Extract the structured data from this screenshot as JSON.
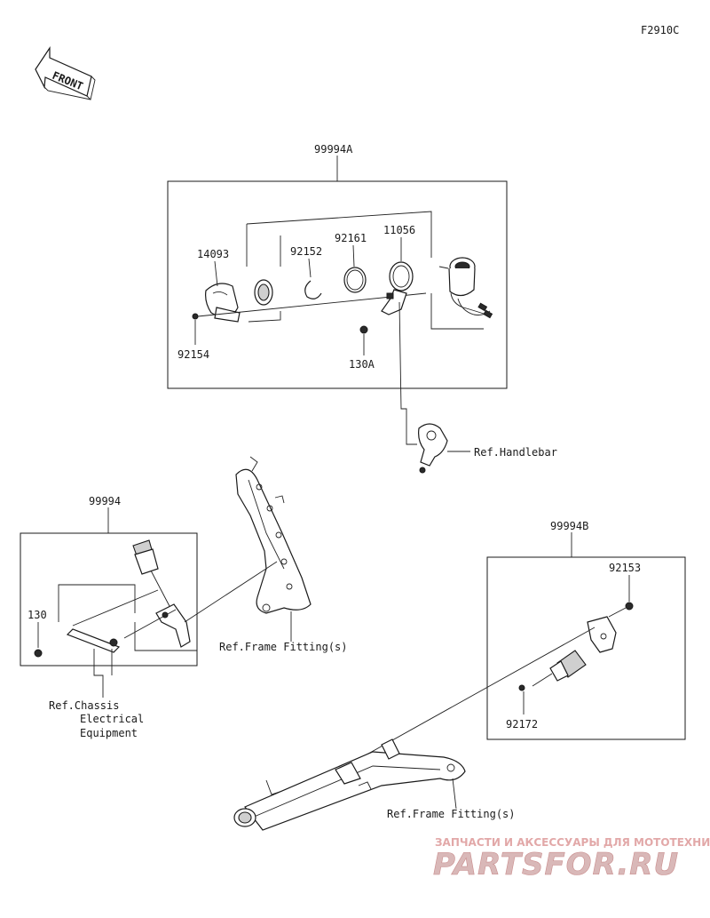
{
  "figure_code": "F2910C",
  "front_arrow": "FRONT",
  "groups": {
    "top": {
      "assembly": "99994A",
      "parts": [
        "14093",
        "92152",
        "92161",
        "11056",
        "92154",
        "130A"
      ],
      "ref": "Ref.Handlebar"
    },
    "left": {
      "assembly": "99994",
      "parts": [
        "130"
      ],
      "ref_lines": [
        "Ref.Chassis",
        "Electrical",
        "Equipment"
      ]
    },
    "middle": {
      "ref": "Ref.Frame Fitting(s)"
    },
    "right": {
      "assembly": "99994B",
      "parts": [
        "92153",
        "92172"
      ],
      "ref": "Ref.Frame Fitting(s)"
    }
  },
  "watermark": {
    "line1": "ЗАПЧАСТИ И АКСЕССУАРЫ ДЛЯ МОТОТЕХНИКИ",
    "line2": "PARTSFOR.RU"
  },
  "colors": {
    "line": "#1a1a1a",
    "watermark": "#d9b8b8"
  }
}
